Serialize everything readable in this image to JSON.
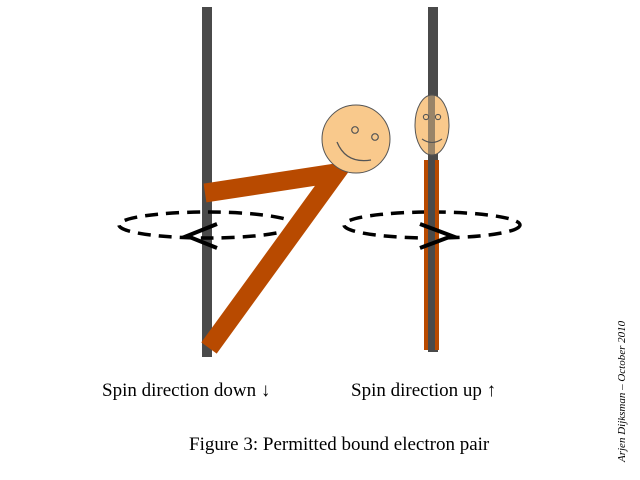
{
  "labels": {
    "spin_down": "Spin direction down ↓",
    "spin_up": "Spin direction up ↑"
  },
  "caption": "Figure 3: Permitted bound electron pair",
  "credit": "Arjen Dijksman – October 2010",
  "colors": {
    "pole": "#4a4a4a",
    "body": "#b84a00",
    "face": "#f9c98c",
    "orbit": "#000000",
    "text": "#000000"
  },
  "icons": {
    "left_figure": "tilted-stick-figure-icon",
    "right_figure": "edge-on-stick-figure-icon",
    "left_orbit_arrow": "leftward-arrow-icon",
    "right_orbit_arrow": "rightward-arrow-icon"
  }
}
